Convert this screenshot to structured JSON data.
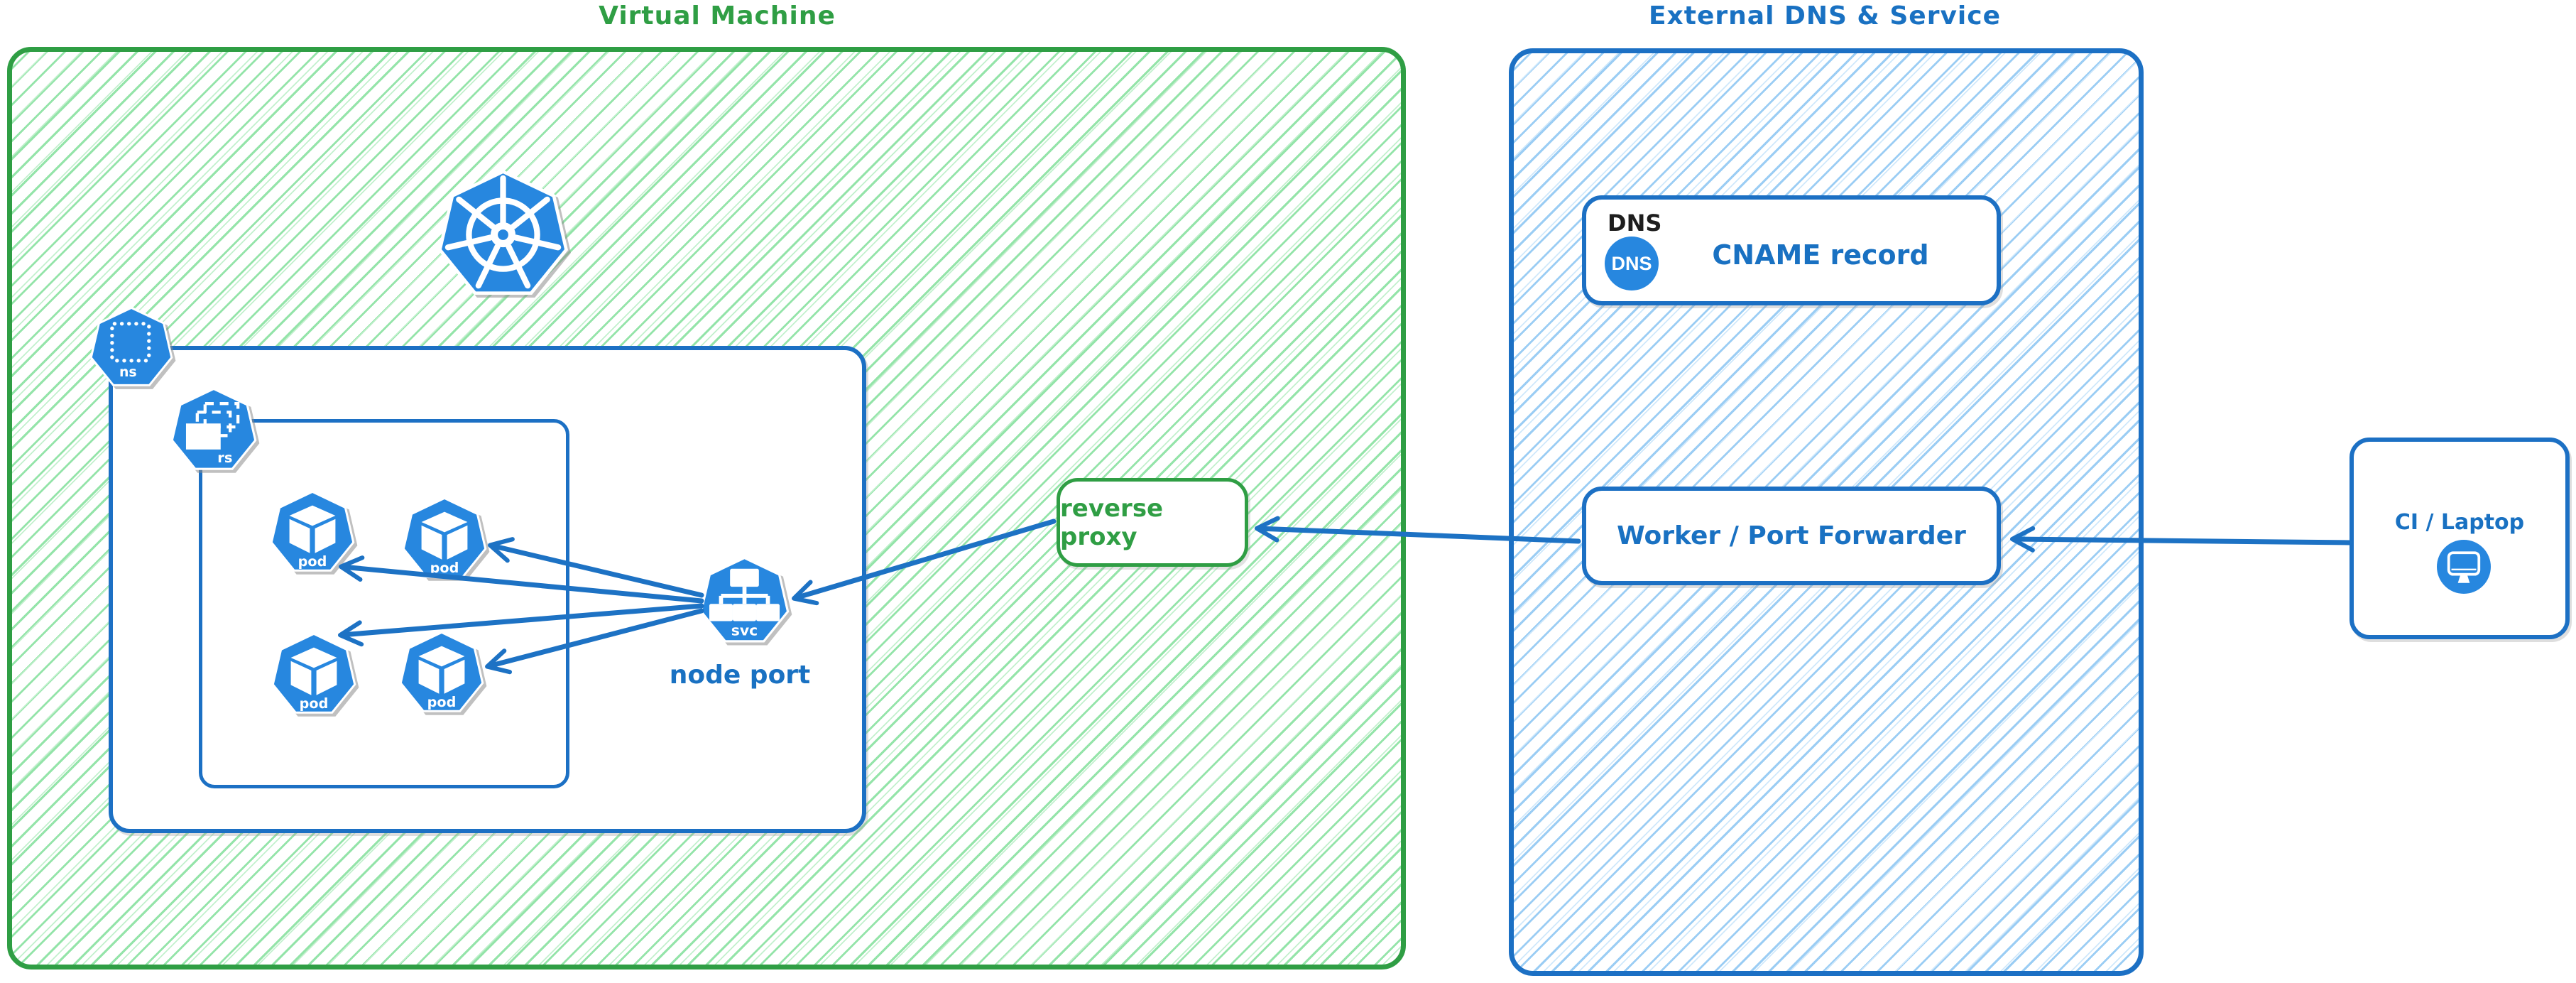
{
  "diagram": {
    "vm_title": "Virtual Machine",
    "external_title": "External DNS & Service",
    "node_port_caption": "node port",
    "reverse_proxy_label": "reverse proxy",
    "dns_tag": "DNS",
    "dns_badge": "DNS",
    "cname_label": "CNAME record",
    "worker_label": "Worker / Port Forwarder",
    "ci_label": "CI / Laptop"
  },
  "icons": {
    "kubernetes": "kubernetes-logo",
    "ns_label": "ns",
    "rs_label": "rs",
    "pod_label": "pod",
    "svc_label": "svc"
  },
  "colors": {
    "region_green": "#2f9e44",
    "green_hatch": "#94e4a9",
    "region_blue": "#1c70c4",
    "blue_hatch": "#9bcdf4",
    "icon_blue": "#2787df",
    "arrow_blue": "#1d72c4",
    "tag_black": "#1e1e1e"
  }
}
